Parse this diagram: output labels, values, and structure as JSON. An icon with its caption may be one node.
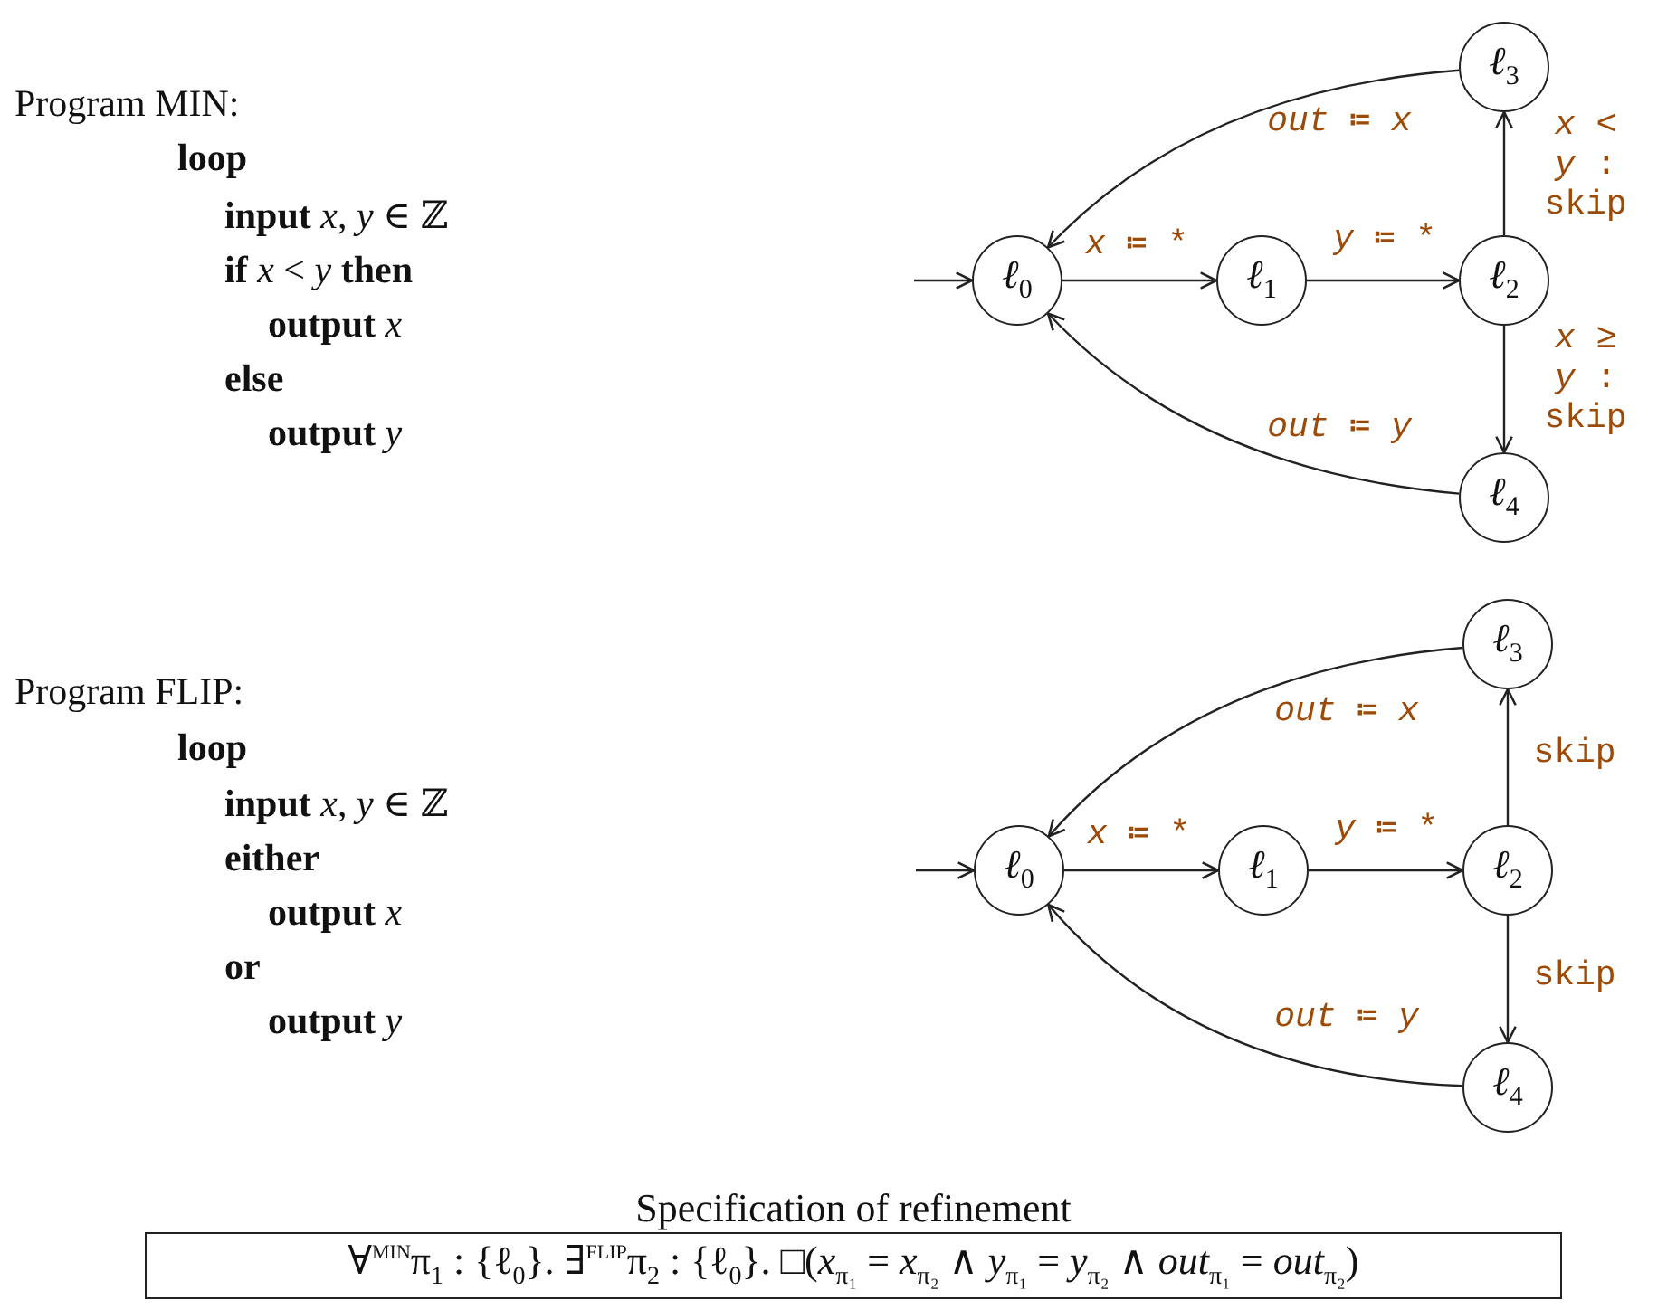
{
  "diagram": {
    "nodes": [
      {
        "text": [
          "ℓ$_{0}$"
        ]
      },
      {
        "text": [
          "ℓ$_{1}$"
        ]
      },
      {
        "text": [
          "ℓ$_{2}$"
        ]
      },
      {
        "text": [
          "ℓ$_{3}$"
        ]
      },
      {
        "text": [
          "ℓ$_{4}$"
        ]
      },
      {
        "text": [
          "ℓ$_{0}$"
        ]
      },
      {
        "text": [
          "ℓ$_{1}$"
        ]
      },
      {
        "text": [
          "ℓ$_{2}$"
        ]
      },
      {
        "text": [
          "ℓ$_{3}$"
        ]
      },
      {
        "text": [
          "ℓ$_{4}$"
        ]
      },
      {
        "text": [
          "Specification of refinement",
          "∀$^{MIN}$π$_{1}$ : {ℓ$_{0}$}. ∃$^{FLIP}$π$_{2}$ : {ℓ$_{0}$}. □(*x*$_{π₁}$ = *x*$_{π₂}$ ∧ *y*$_{π₁}$ = *y*$_{π₂}$ ∧ *out*$_{π₁}$ = *out*$_{π₂}$)"
        ]
      }
    ],
    "edges": [
      {
        "from": null,
        "to": 0,
        "arrow": "to"
      },
      {
        "from": 0,
        "to": 1,
        "arrow": "to",
        "label": "*x* ≔ *"
      },
      {
        "from": 1,
        "to": 2,
        "arrow": "to",
        "label": "*y* ≔ *"
      },
      {
        "from": 2,
        "to": 3,
        "arrow": "to",
        "label": "*x* < *y* : skip"
      },
      {
        "from": 2,
        "to": 4,
        "arrow": "to",
        "label": "*x* ≥ *y* : skip"
      },
      {
        "from": 3,
        "to": 0,
        "arrow": "to",
        "label": "*out* ≔ *x*"
      },
      {
        "from": 4,
        "to": 0,
        "arrow": "to",
        "label": "*out* ≔ *y*"
      },
      {
        "from": null,
        "to": 5,
        "arrow": "to"
      },
      {
        "from": 5,
        "to": 6,
        "arrow": "to",
        "label": "*x* ≔ *"
      },
      {
        "from": 6,
        "to": 7,
        "arrow": "to",
        "label": "*y* ≔ *"
      },
      {
        "from": 7,
        "to": 8,
        "arrow": "to",
        "label": "skip"
      },
      {
        "from": 7,
        "to": 9,
        "arrow": "to",
        "label": "skip"
      },
      {
        "from": 8,
        "to": 5,
        "arrow": "to",
        "label": "*out* ≔ *x*"
      },
      {
        "from": 9,
        "to": 5,
        "arrow": "to",
        "label": "*out* ≔ *y*"
      }
    ],
    "labels": [
      "Program MIN:",
      "loop",
      "**input** *x*, *y* ∈ ℤ",
      "**if** *x* < *y* **then**",
      "**output** *x*",
      "else",
      "**output** *y*",
      "Program FLIP:",
      "loop",
      "**input** *x*, *y* ∈ ℤ",
      "either",
      "**output** *x*",
      "or",
      "**output** *y*"
    ]
  }
}
